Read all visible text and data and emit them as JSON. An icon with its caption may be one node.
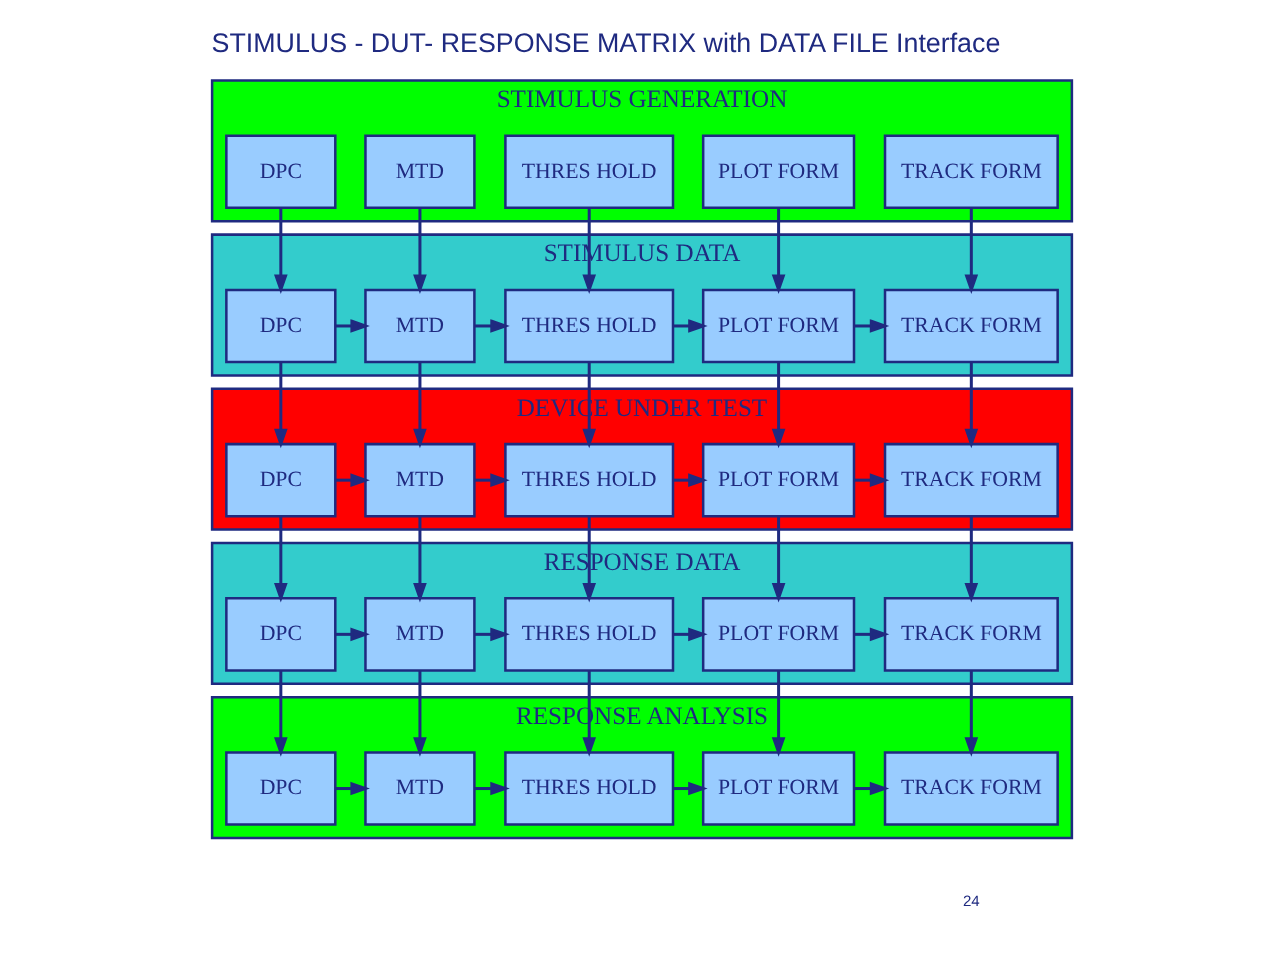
{
  "diagram": {
    "title": "STIMULUS - DUT- RESPONSE MATRIX with DATA FILE Interface",
    "nodes": [
      {
        "text": [
          "STIMULUS GENERATION"
        ]
      },
      {
        "text": [
          "DPC"
        ],
        "in": 0
      },
      {
        "text": [
          "MTD"
        ],
        "in": 0
      },
      {
        "text": [
          "THRES HOLD"
        ],
        "in": 0
      },
      {
        "text": [
          "PLOT FORM"
        ],
        "in": 0
      },
      {
        "text": [
          "TRACK FORM"
        ],
        "in": 0
      },
      {
        "text": [
          "STIMULUS DATA"
        ]
      },
      {
        "text": [
          "DPC"
        ],
        "in": 6
      },
      {
        "text": [
          "MTD"
        ],
        "in": 6
      },
      {
        "text": [
          "THRES HOLD"
        ],
        "in": 6
      },
      {
        "text": [
          "PLOT FORM"
        ],
        "in": 6
      },
      {
        "text": [
          "TRACK FORM"
        ],
        "in": 6
      },
      {
        "text": [
          "DEVICE UNDER TEST"
        ]
      },
      {
        "text": [
          "DPC"
        ],
        "in": 12
      },
      {
        "text": [
          "MTD"
        ],
        "in": 12
      },
      {
        "text": [
          "THRES HOLD"
        ],
        "in": 12
      },
      {
        "text": [
          "PLOT FORM"
        ],
        "in": 12
      },
      {
        "text": [
          "TRACK FORM"
        ],
        "in": 12
      },
      {
        "text": [
          "RESPONSE DATA"
        ]
      },
      {
        "text": [
          "DPC"
        ],
        "in": 18
      },
      {
        "text": [
          "MTD"
        ],
        "in": 18
      },
      {
        "text": [
          "THRES HOLD"
        ],
        "in": 18
      },
      {
        "text": [
          "PLOT FORM"
        ],
        "in": 18
      },
      {
        "text": [
          "TRACK FORM"
        ],
        "in": 18
      },
      {
        "text": [
          "RESPONSE ANALYSIS"
        ]
      },
      {
        "text": [
          "DPC"
        ],
        "in": 24
      },
      {
        "text": [
          "MTD"
        ],
        "in": 24
      },
      {
        "text": [
          "THRES HOLD"
        ],
        "in": 24
      },
      {
        "text": [
          "PLOT FORM"
        ],
        "in": 24
      },
      {
        "text": [
          "TRACK FORM"
        ],
        "in": 24
      }
    ],
    "edges": [
      {
        "from": 1,
        "to": 7,
        "arrow": "to"
      },
      {
        "from": 2,
        "to": 8,
        "arrow": "to"
      },
      {
        "from": 3,
        "to": 9,
        "arrow": "to"
      },
      {
        "from": 4,
        "to": 10,
        "arrow": "to"
      },
      {
        "from": 5,
        "to": 11,
        "arrow": "to"
      },
      {
        "from": 7,
        "to": 8,
        "arrow": "to"
      },
      {
        "from": 8,
        "to": 9,
        "arrow": "to"
      },
      {
        "from": 9,
        "to": 10,
        "arrow": "to"
      },
      {
        "from": 10,
        "to": 11,
        "arrow": "to"
      },
      {
        "from": 7,
        "to": 13,
        "arrow": "to"
      },
      {
        "from": 8,
        "to": 14,
        "arrow": "to"
      },
      {
        "from": 9,
        "to": 15,
        "arrow": "to"
      },
      {
        "from": 10,
        "to": 16,
        "arrow": "to"
      },
      {
        "from": 11,
        "to": 17,
        "arrow": "to"
      },
      {
        "from": 13,
        "to": 14,
        "arrow": "to"
      },
      {
        "from": 14,
        "to": 15,
        "arrow": "to"
      },
      {
        "from": 15,
        "to": 16,
        "arrow": "to"
      },
      {
        "from": 16,
        "to": 17,
        "arrow": "to"
      },
      {
        "from": 13,
        "to": 19,
        "arrow": "to"
      },
      {
        "from": 14,
        "to": 20,
        "arrow": "to"
      },
      {
        "from": 15,
        "to": 21,
        "arrow": "to"
      },
      {
        "from": 16,
        "to": 22,
        "arrow": "to"
      },
      {
        "from": 17,
        "to": 23,
        "arrow": "to"
      },
      {
        "from": 19,
        "to": 20,
        "arrow": "to"
      },
      {
        "from": 20,
        "to": 21,
        "arrow": "to"
      },
      {
        "from": 21,
        "to": 22,
        "arrow": "to"
      },
      {
        "from": 22,
        "to": 23,
        "arrow": "to"
      },
      {
        "from": 19,
        "to": 25,
        "arrow": "to"
      },
      {
        "from": 20,
        "to": 26,
        "arrow": "to"
      },
      {
        "from": 21,
        "to": 27,
        "arrow": "to"
      },
      {
        "from": 22,
        "to": 28,
        "arrow": "to"
      },
      {
        "from": 23,
        "to": 29,
        "arrow": "to"
      },
      {
        "from": 25,
        "to": 26,
        "arrow": "to"
      },
      {
        "from": 26,
        "to": 27,
        "arrow": "to"
      },
      {
        "from": 27,
        "to": 28,
        "arrow": "to"
      },
      {
        "from": 28,
        "to": 29,
        "arrow": "to"
      }
    ],
    "labels": [
      "24"
    ]
  }
}
